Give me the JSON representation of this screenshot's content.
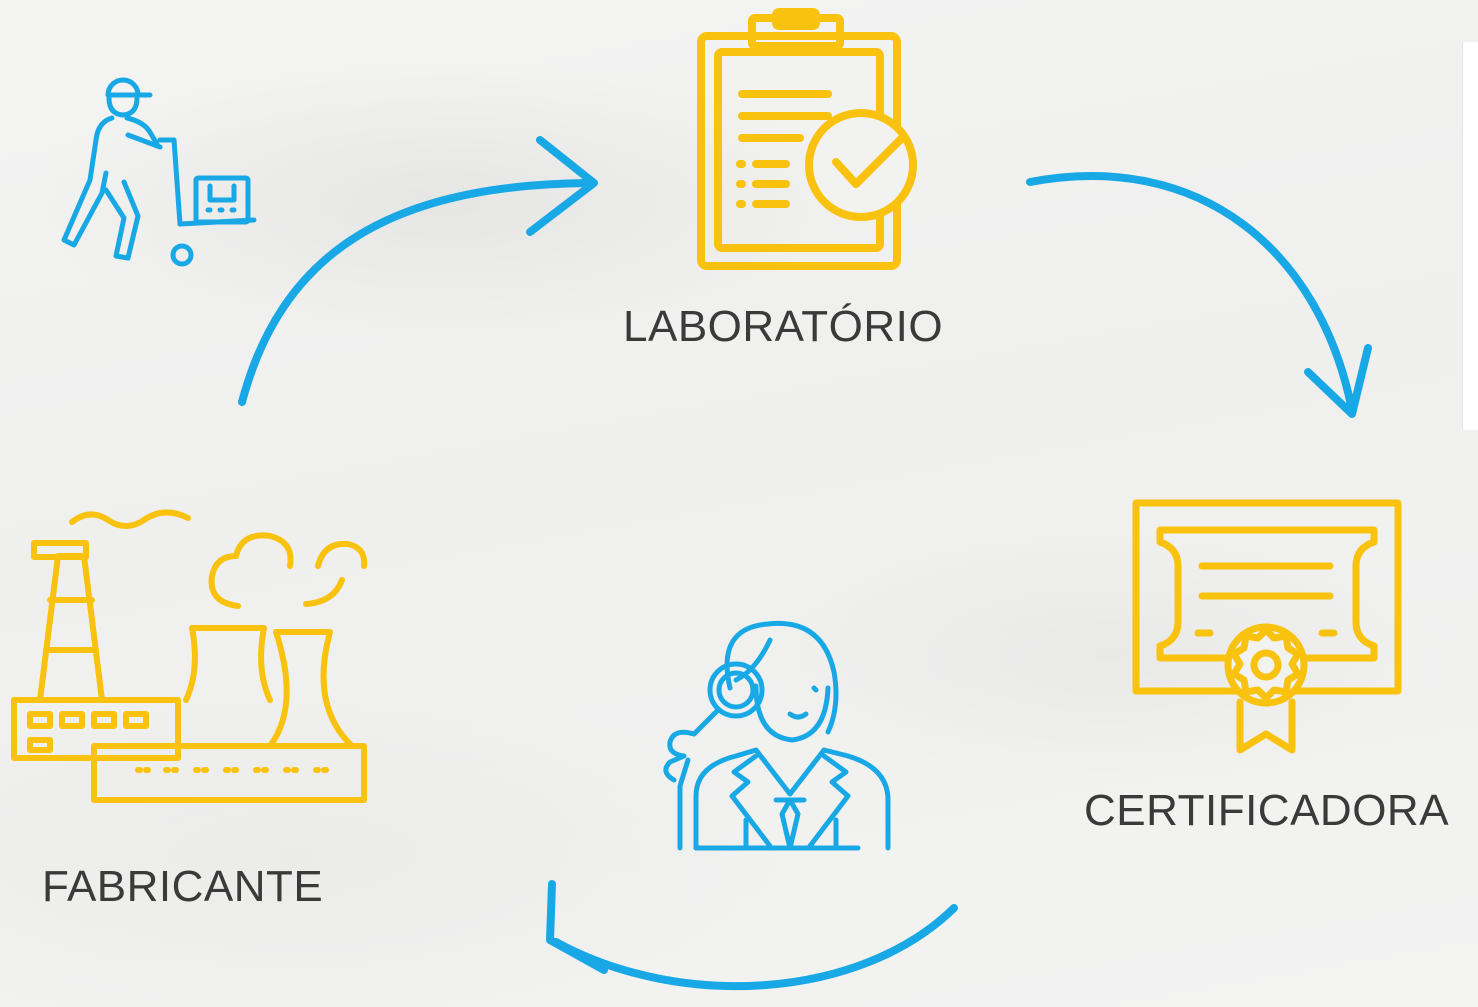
{
  "nodes": {
    "laboratorio": {
      "label": "LABORATÓRIO",
      "icon": "clipboard-check-icon"
    },
    "certificadora": {
      "label": "CERTIFICADORA",
      "icon": "certificate-icon"
    },
    "inspetor": {
      "label": "",
      "icon": "inspector-magnifier-icon"
    },
    "fabricante": {
      "label": "FABRICANTE",
      "icon": "factory-icon"
    },
    "transporte": {
      "label": "",
      "icon": "delivery-hand-truck-icon"
    }
  },
  "colors": {
    "yellow": "#f9c20f",
    "blue": "#19a8e6",
    "text": "#3a3a3a"
  }
}
